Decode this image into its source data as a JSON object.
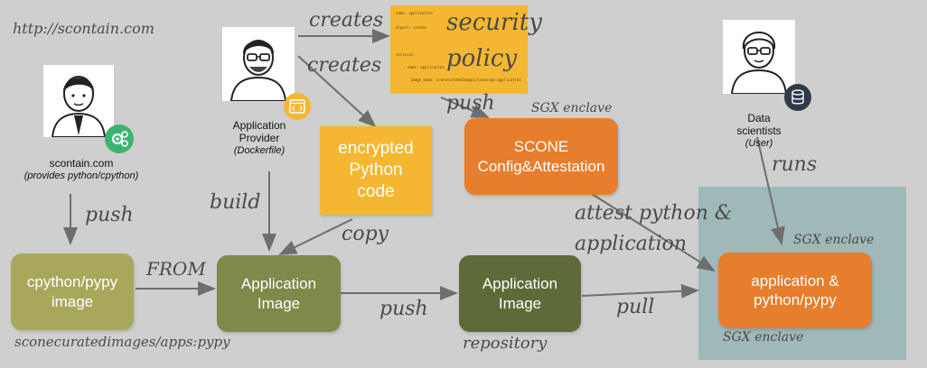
{
  "url": "http://scontain.com",
  "actors": {
    "scontain": {
      "name": "scontain.com",
      "note": "(provides python/cpython)"
    },
    "provider": {
      "name_line1": "Application",
      "name_line2": "Provider",
      "note": "(Dockerfile)"
    },
    "scientists": {
      "name_line1": "Data",
      "name_line2": "scientists",
      "note": "(User)"
    }
  },
  "boxes": {
    "cpython": {
      "line1": "cpython/pypy",
      "line2": "image",
      "color": "#a8a85c"
    },
    "app_image_1": {
      "line1": "Application",
      "line2": "Image",
      "color": "#7d8a4a"
    },
    "app_image_2": {
      "line1": "Application",
      "line2": "Image",
      "color": "#5e6a38"
    },
    "encrypted_code": {
      "line1": "encrypted",
      "line2": "Python",
      "line3": "code",
      "color": "#f5b731"
    },
    "scone": {
      "line1": "SCONE",
      "line2": "Config&Attestation",
      "color": "#e67e2e"
    },
    "enclave_app": {
      "line1": "application &",
      "line2": "python/pypy",
      "color": "#e67e2e"
    }
  },
  "policy": {
    "title_line1": "security",
    "title_line2": "policy",
    "lines": [
      "name: application",
      "digest: create",
      "services:",
      "- name: application",
      "image_name: sconecuratedimages/iexecsgx:application"
    ],
    "color": "#f5b731"
  },
  "labels": {
    "creates_1": "creates",
    "creates_2": "creates",
    "push_policy": "push",
    "push_cpython": "push",
    "build": "build",
    "copy": "copy",
    "from": "FROM",
    "push_image": "push",
    "pull": "pull",
    "runs": "runs",
    "attest_1": "attest python &",
    "attest_2": "application",
    "sgx_scone": "SGX enclave",
    "sgx_top": "SGX enclave",
    "sgx_bottom": "SGX enclave",
    "image_name": "sconecuratedimages/apps:pypy",
    "repository": "repository"
  },
  "colors": {
    "background": "#cfcfcf",
    "enclave_region": "#9fb8b8",
    "arrow": "#6e6e6e",
    "gear_badge": "#3cb371",
    "code_badge": "#f5b731",
    "db_badge": "#2f3a4a"
  }
}
